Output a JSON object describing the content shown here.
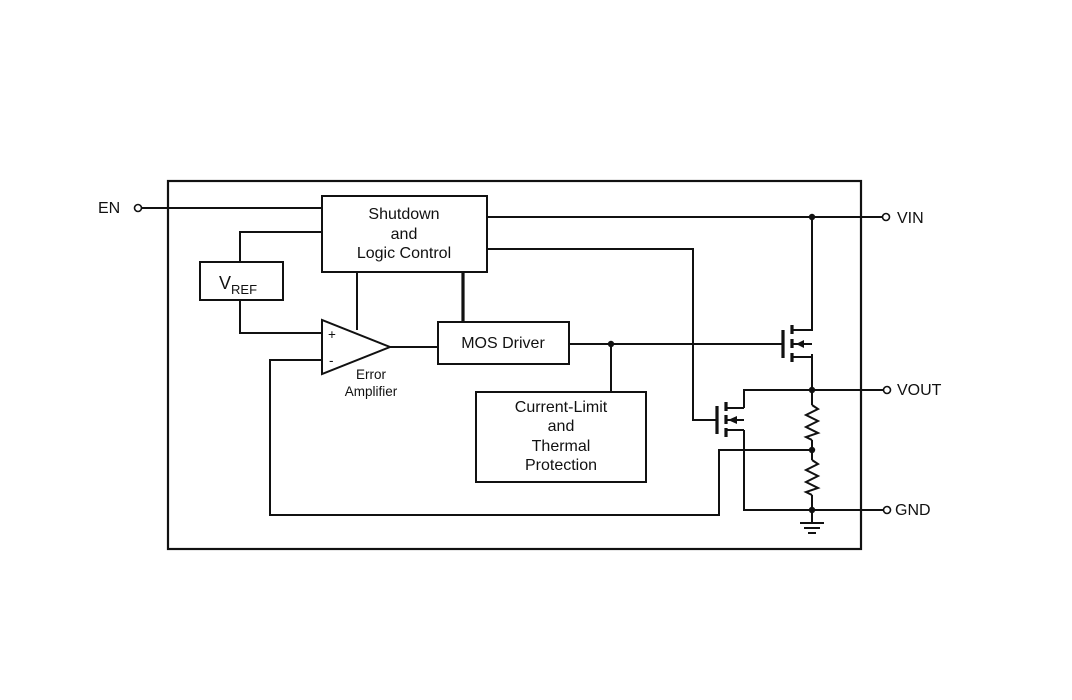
{
  "pins": {
    "en": "EN",
    "vin": "VIN",
    "vout": "VOUT",
    "gnd": "GND"
  },
  "blocks": {
    "shutdown": [
      "Shutdown",
      "and",
      "Logic Control"
    ],
    "vref_main": "V",
    "vref_sub": "REF",
    "mos_driver": "MOS Driver",
    "current_limit": [
      "Current-Limit",
      "and",
      "Thermal",
      "Protection"
    ]
  },
  "error_amp": {
    "plus": "+",
    "minus": "-",
    "label": [
      "Error",
      "Amplifier"
    ]
  }
}
